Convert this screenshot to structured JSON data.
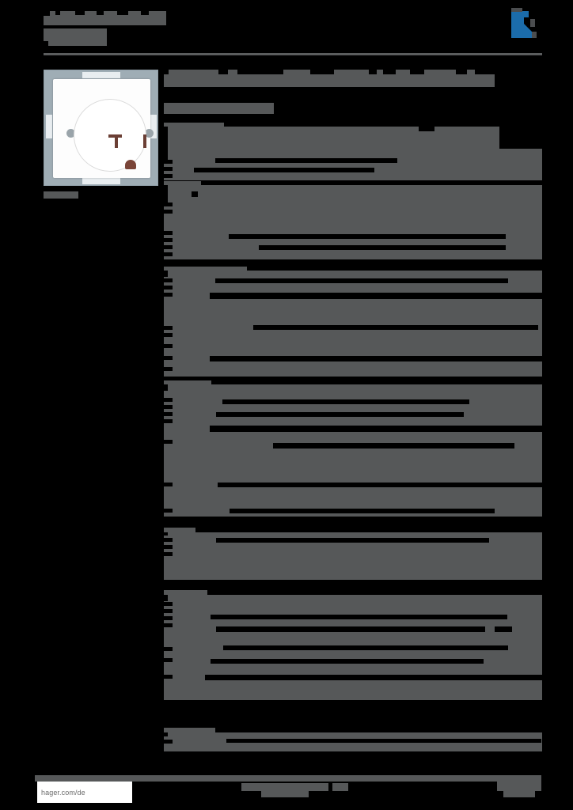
{
  "document": {
    "kind": "product-datasheet",
    "background_color": "#000000",
    "redaction_color": "#565859",
    "accent_color": "#1b6cab"
  },
  "header": {
    "brand_title": "",
    "brand_subtitle": "",
    "logo_name": "hager-logo",
    "logo_color": "#1b6cab"
  },
  "product": {
    "image_name": "wall-socket-nema-6-20r",
    "plate_color": "#fdfdfd",
    "frame_color": "#9fadb5",
    "contact_color": "#6b3f35",
    "caption": ""
  },
  "main": {
    "title": "",
    "subtitle": "",
    "sections": [
      {
        "heading": "",
        "rows": 8
      },
      {
        "heading": "",
        "rows": 7
      },
      {
        "heading": "",
        "rows": 9
      },
      {
        "heading": "",
        "rows": 4
      },
      {
        "heading": "",
        "rows": 10
      },
      {
        "heading": "",
        "rows": 2
      }
    ]
  },
  "footer": {
    "url": "hager.com/de",
    "center_text": "",
    "page_text": ""
  }
}
